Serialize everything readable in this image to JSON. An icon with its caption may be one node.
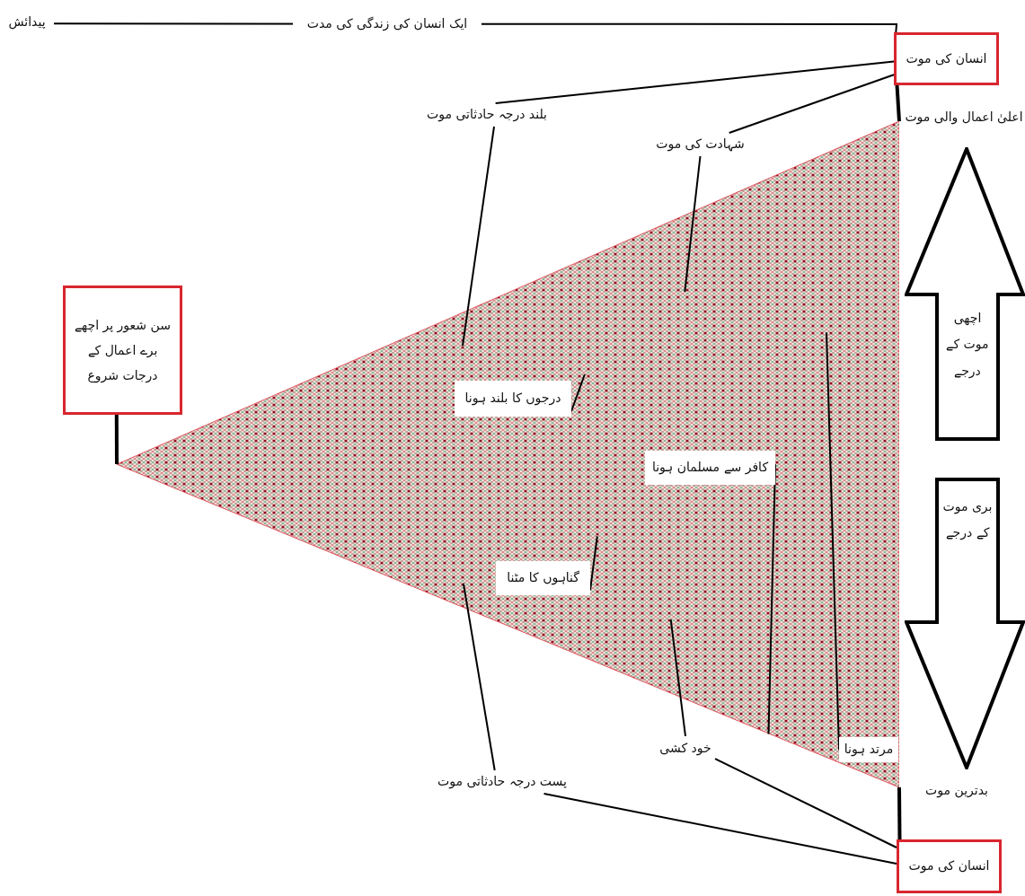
{
  "diagram": {
    "nodes": [
      {
        "text": [
          "پیدائش"
        ]
      },
      {
        "text": [
          "انسان کی موت"
        ]
      },
      {
        "text": [
          "بلند درجہ حادثاتی موت"
        ]
      },
      {
        "text": [
          "شہادت کی موت"
        ]
      },
      {
        "text": [
          "اعلیٰ اعمال والی موت"
        ]
      },
      {
        "text": [],
        "shape": "triangle"
      },
      {
        "text": [
          "اچھی موت کے درجے"
        ]
      },
      {
        "text": [
          "سن شعور پر اچھے برے اعمال کے درجات شروع"
        ]
      },
      {
        "text": [
          "درجوں کا بلند ہونا"
        ],
        "in": 5
      },
      {
        "text": [
          "کافر سے مسلمان ہونا"
        ],
        "in": 5
      },
      {
        "text": [
          "بری موت کے درجے"
        ]
      },
      {
        "text": [
          "گناہوں کا مٹنا"
        ],
        "in": 5
      },
      {
        "text": [
          "خود کشی"
        ]
      },
      {
        "text": [
          "مرتد ہونا"
        ],
        "in": 5
      },
      {
        "text": [
          "پست درجہ حادثاتی موت"
        ]
      },
      {
        "text": [
          "بدترین موت"
        ]
      },
      {
        "text": [
          "انسان کی موت"
        ]
      }
    ],
    "edges": [
      {
        "from": 0,
        "to": 1,
        "arrow": "none",
        "label": "ایک انسان کی زندگی کی مدت"
      },
      {
        "from": 1,
        "to": 2,
        "arrow": "none"
      },
      {
        "from": 1,
        "to": 3,
        "arrow": "none"
      },
      {
        "from": 2,
        "to": 5,
        "arrow": "none"
      },
      {
        "from": 3,
        "to": 5,
        "arrow": "none"
      },
      {
        "from": 7,
        "to": 5,
        "arrow": "none",
        "style": "thick"
      },
      {
        "from": 1,
        "to": 5,
        "arrow": "none",
        "style": "thick"
      },
      {
        "from": 8,
        "to": 5,
        "arrow": "none"
      },
      {
        "from": 9,
        "to": 5,
        "arrow": "none"
      },
      {
        "from": 11,
        "to": 5,
        "arrow": "none"
      },
      {
        "from": 12,
        "to": 5,
        "arrow": "none"
      },
      {
        "from": 13,
        "to": 5,
        "arrow": "none"
      },
      {
        "from": 14,
        "to": 5,
        "arrow": "none"
      },
      {
        "from": 16,
        "to": 12,
        "arrow": "none"
      },
      {
        "from": 16,
        "to": 14,
        "arrow": "none"
      },
      {
        "from": 5,
        "to": 16,
        "arrow": "none",
        "style": "thick"
      }
    ]
  }
}
